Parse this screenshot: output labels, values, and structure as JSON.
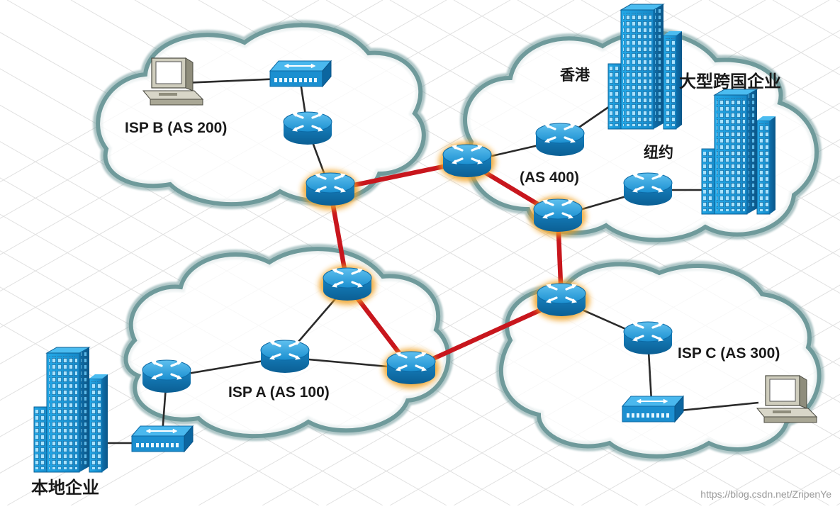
{
  "labels": {
    "isp_b": "ISP B (AS 200)",
    "as_400": "(AS 400)",
    "isp_a": "ISP A (AS 100)",
    "isp_c": "ISP C (AS 300)",
    "hong_kong": "香港",
    "new_york": "纽约",
    "multinational": "大型跨国企业",
    "local_enterprise": "本地企业"
  },
  "watermark": "https://blog.csdn.net/ZripenYe",
  "colors": {
    "cloud_outline": "#6f9a9b",
    "backbone_link": "#c8161d",
    "plain_link": "#2a2a2a",
    "device_blue": "#1a8fd0",
    "router_glow": "#f0a020"
  }
}
